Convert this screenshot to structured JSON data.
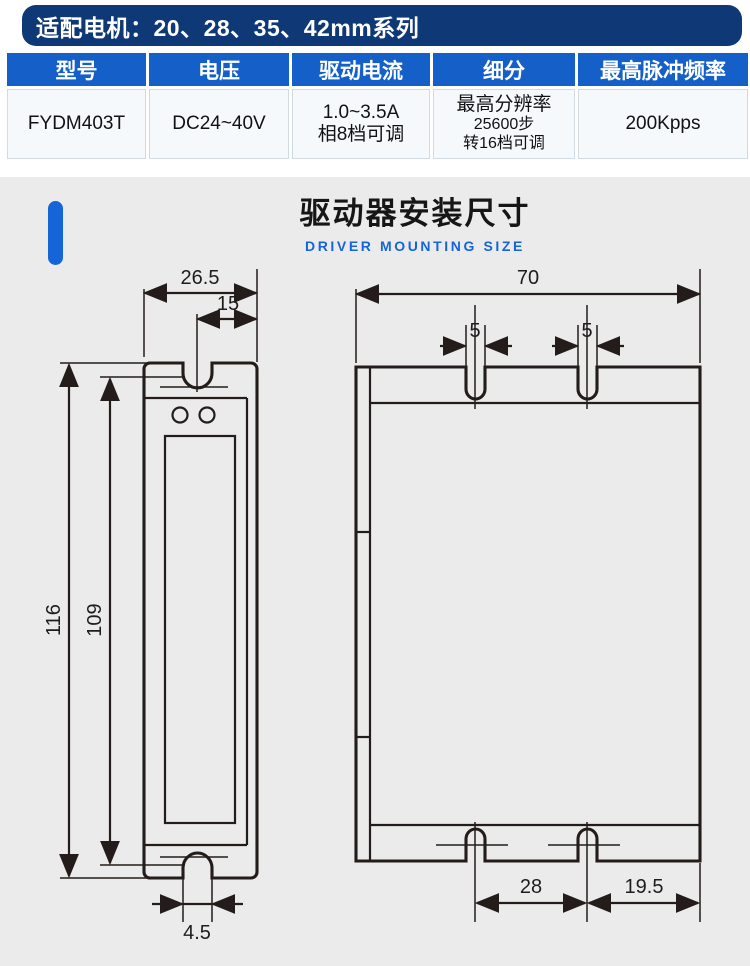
{
  "header": {
    "banner_title": "适配电机：20、28、35、42mm系列",
    "banner_bg": "#0f3877",
    "header_cell_bg": "#1560c8"
  },
  "spec_table": {
    "columns": [
      "型号",
      "电压",
      "驱动电流",
      "细分",
      "最高脉冲频率"
    ],
    "rows": [
      {
        "model": "FYDM403T",
        "voltage": "DC24~40V",
        "current_line1": "1.0~3.5A",
        "current_line2": "相8档可调",
        "subdivision_line1": "最高分辨率",
        "subdivision_line2": "25600步",
        "subdivision_line3": "转16档可调",
        "max_pulse": "200Kpps"
      }
    ]
  },
  "drawing": {
    "title": "驱动器安装尺寸",
    "subtitle": "DRIVER MOUNTING SIZE",
    "accent_color": "#1565d8",
    "background": "#ebebeb",
    "line_color": "#231c1a",
    "dimensions": {
      "side_width_overall": "26.5",
      "side_slot_offset": "15",
      "side_height_overall": "116",
      "side_height_inner": "109",
      "side_bottom_tab_width": "4.5",
      "front_width_overall": "70",
      "front_slot_width_left": "5",
      "front_slot_width_right": "5",
      "front_bottom_spacing": "28",
      "front_bottom_edge": "19.5"
    }
  }
}
